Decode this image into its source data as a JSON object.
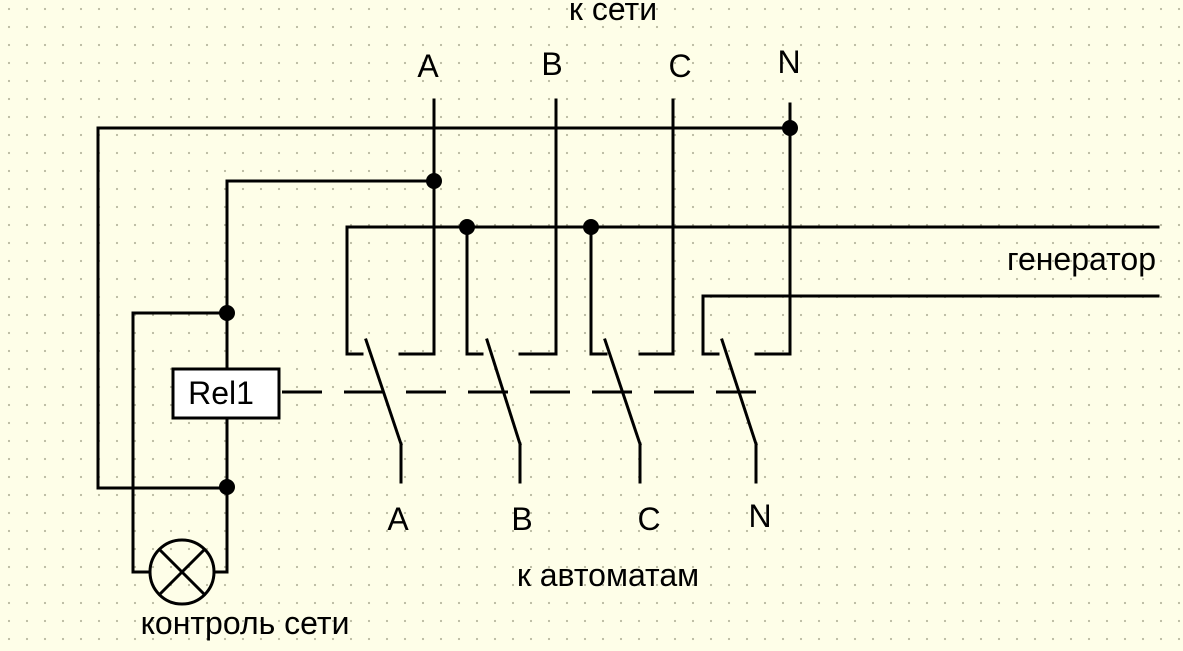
{
  "labels": {
    "to_network": "к сети",
    "top_A": "A",
    "top_B": "B",
    "top_C": "C",
    "top_N": "N",
    "generator": "генератор",
    "relay": "Rel1",
    "bottom_A": "A",
    "bottom_B": "B",
    "bottom_C": "C",
    "bottom_N": "N",
    "to_breakers": "к автоматам",
    "network_control": "контроль сети"
  },
  "colors": {
    "background": "#fefee8",
    "grid_dot": "#b8b8a0",
    "line": "#000000"
  }
}
